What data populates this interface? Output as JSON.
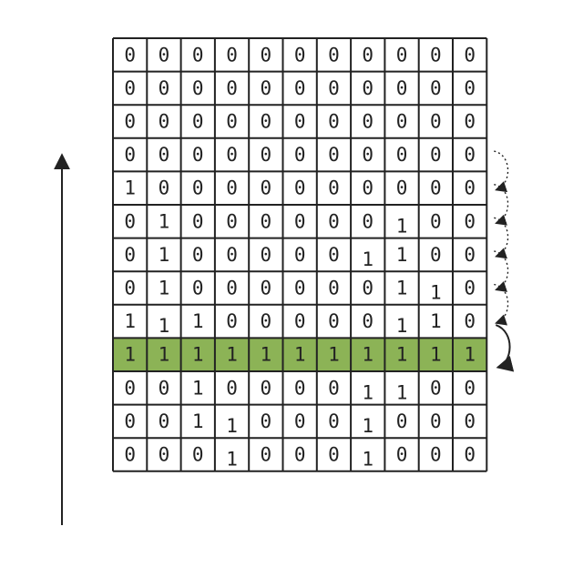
{
  "grid": {
    "rows": [
      [
        "0",
        "0",
        "0",
        "0",
        "0",
        "0",
        "0",
        "0",
        "0",
        "0",
        "0"
      ],
      [
        "0",
        "0",
        "0",
        "0",
        "0",
        "0",
        "0",
        "0",
        "0",
        "0",
        "0"
      ],
      [
        "0",
        "0",
        "0",
        "0",
        "0",
        "0",
        "0",
        "0",
        "0",
        "0",
        "0"
      ],
      [
        "0",
        "0",
        "0",
        "0",
        "0",
        "0",
        "0",
        "0",
        "0",
        "0",
        "0"
      ],
      [
        "1",
        "0",
        "0",
        "0",
        "0",
        "0",
        "0",
        "0",
        "0",
        "0",
        "0"
      ],
      [
        "0",
        "1",
        "0",
        "0",
        "0",
        "0",
        "0",
        "0",
        "1",
        "0",
        "0"
      ],
      [
        "0",
        "1",
        "0",
        "0",
        "0",
        "0",
        "0",
        "1",
        "1",
        "0",
        "0"
      ],
      [
        "0",
        "1",
        "0",
        "0",
        "0",
        "0",
        "0",
        "0",
        "1",
        "1",
        "0"
      ],
      [
        "1",
        "1",
        "1",
        "0",
        "0",
        "0",
        "0",
        "0",
        "1",
        "1",
        "0"
      ],
      [
        "1",
        "1",
        "1",
        "1",
        "1",
        "1",
        "1",
        "1",
        "1",
        "1",
        "1"
      ],
      [
        "0",
        "0",
        "1",
        "0",
        "0",
        "0",
        "0",
        "1",
        "1",
        "0",
        "0"
      ],
      [
        "0",
        "0",
        "1",
        "1",
        "0",
        "0",
        "0",
        "1",
        "0",
        "0",
        "0"
      ],
      [
        "0",
        "0",
        "0",
        "1",
        "0",
        "0",
        "0",
        "1",
        "0",
        "0",
        "0"
      ]
    ],
    "lowered_cells": [
      [
        8,
        1
      ],
      [
        5,
        8
      ],
      [
        6,
        7
      ],
      [
        7,
        9
      ],
      [
        8,
        8
      ],
      [
        10,
        7
      ],
      [
        10,
        8
      ],
      [
        11,
        3
      ],
      [
        11,
        7
      ],
      [
        12,
        3
      ],
      [
        12,
        7
      ]
    ],
    "highlighted_row": 9,
    "highlight_color": "#8cb356",
    "line_color": "#222222",
    "background": "#ffffff"
  },
  "arrows": {
    "vertical_direction": "up",
    "curved_dotted_transitions": [
      [
        3,
        4
      ],
      [
        4,
        5
      ],
      [
        5,
        6
      ],
      [
        6,
        7
      ],
      [
        7,
        8
      ]
    ],
    "curved_solid_transition": [
      8,
      9
    ]
  }
}
